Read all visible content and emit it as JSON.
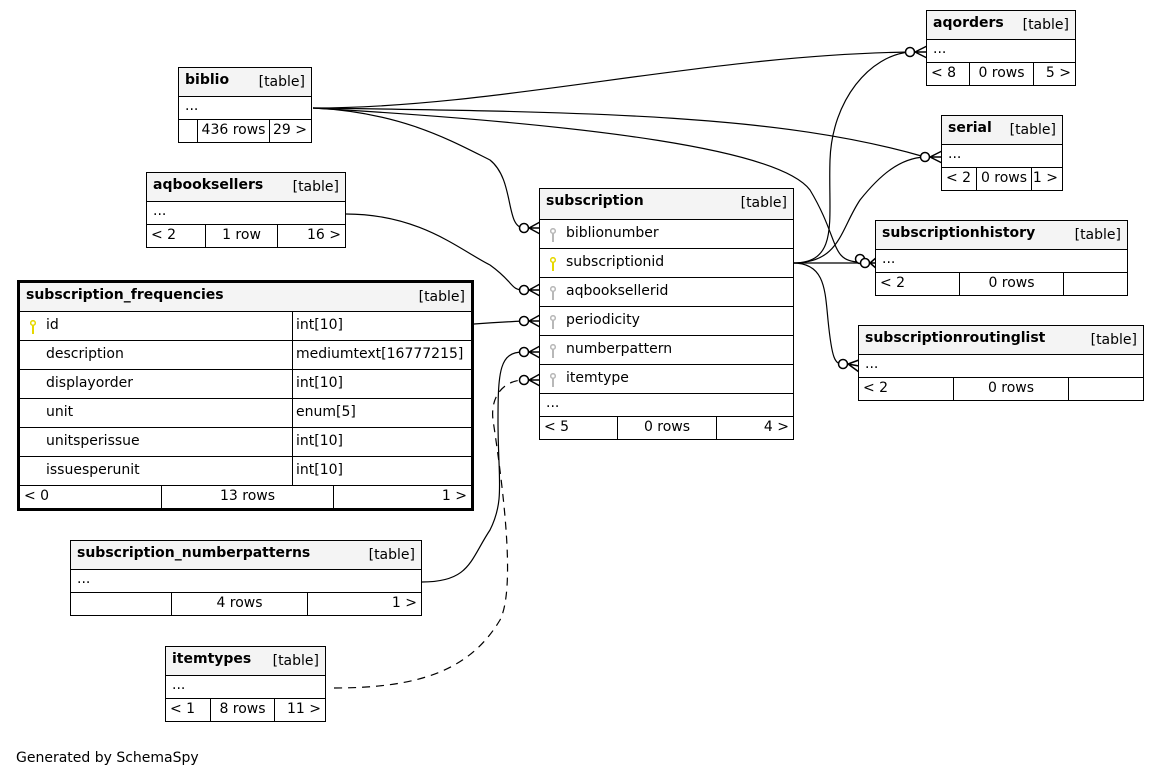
{
  "footer": "Generated by SchemaSpy",
  "kind_label": "[table]",
  "ellipsis": "...",
  "tables": {
    "aqorders": {
      "name": "aqorders",
      "footer": [
        "< 8",
        "0 rows",
        "5 >"
      ]
    },
    "biblio": {
      "name": "biblio",
      "footer": [
        "",
        "436 rows",
        "29 >"
      ]
    },
    "serial": {
      "name": "serial",
      "footer": [
        "< 2",
        "0 rows",
        "1 >"
      ]
    },
    "aqbooksellers": {
      "name": "aqbooksellers",
      "footer": [
        "< 2",
        "1 row",
        "16 >"
      ]
    },
    "subscription": {
      "name": "subscription",
      "columns": [
        {
          "name": "biblionumber",
          "key": "foreign"
        },
        {
          "name": "subscriptionid",
          "key": "primary"
        },
        {
          "name": "aqbooksellerid",
          "key": "foreign"
        },
        {
          "name": "periodicity",
          "key": "foreign"
        },
        {
          "name": "numberpattern",
          "key": "foreign"
        },
        {
          "name": "itemtype",
          "key": "foreign"
        }
      ],
      "footer": [
        "< 5",
        "0 rows",
        "4 >"
      ]
    },
    "subscriptionhistory": {
      "name": "subscriptionhistory",
      "footer": [
        "< 2",
        "0 rows",
        ""
      ]
    },
    "subscription_frequencies": {
      "name": "subscription_frequencies",
      "columns": [
        {
          "name": "id",
          "type": "int[10]",
          "key": "primary"
        },
        {
          "name": "description",
          "type": "mediumtext[16777215]",
          "key": ""
        },
        {
          "name": "displayorder",
          "type": "int[10]",
          "key": ""
        },
        {
          "name": "unit",
          "type": "enum[5]",
          "key": ""
        },
        {
          "name": "unitsperissue",
          "type": "int[10]",
          "key": ""
        },
        {
          "name": "issuesperunit",
          "type": "int[10]",
          "key": ""
        }
      ],
      "footer": [
        "< 0",
        "13 rows",
        "1 >"
      ]
    },
    "subscriptionroutinglist": {
      "name": "subscriptionroutinglist",
      "footer": [
        "< 2",
        "0 rows",
        ""
      ]
    },
    "subscription_numberpatterns": {
      "name": "subscription_numberpatterns",
      "footer": [
        "",
        "4 rows",
        "1 >"
      ]
    },
    "itemtypes": {
      "name": "itemtypes",
      "footer": [
        "< 1",
        "8 rows",
        "11 >"
      ]
    }
  },
  "colors": {
    "primary_key": "#e6d800",
    "foreign_key": "#b8b8b8",
    "header_bg": "#f4f4f4",
    "line": "#000000"
  }
}
